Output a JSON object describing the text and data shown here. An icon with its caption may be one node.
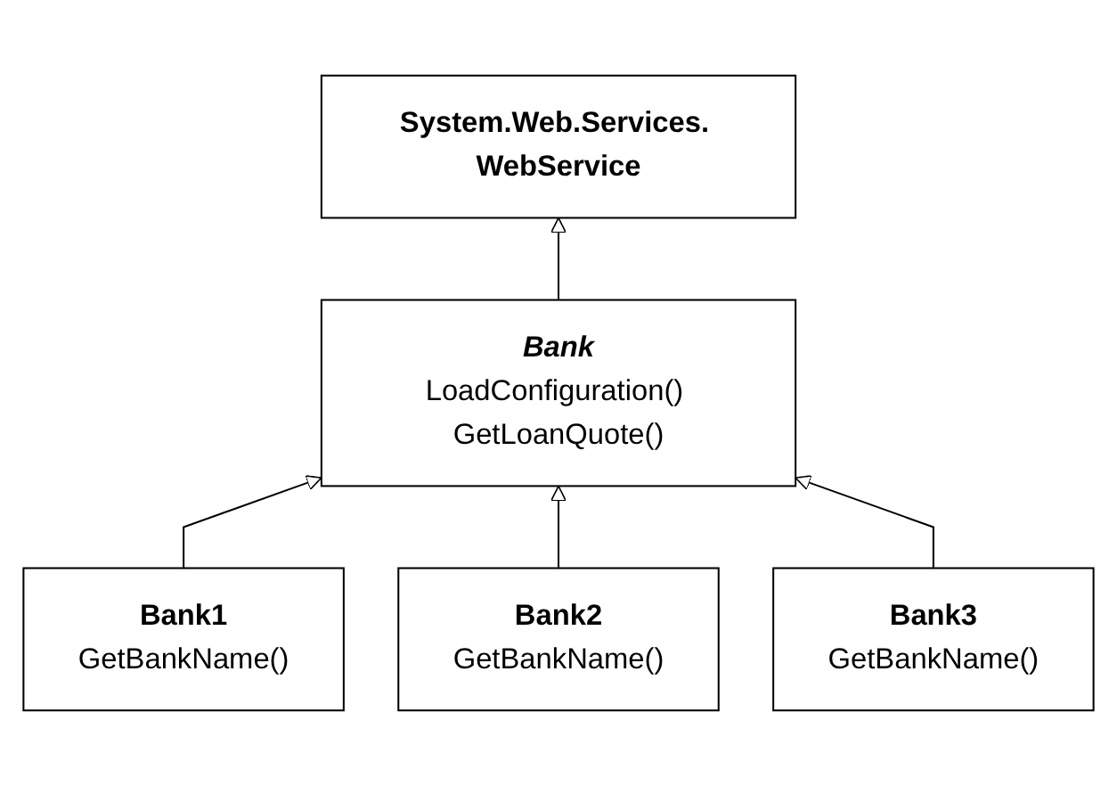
{
  "diagram": {
    "nodes": [
      {
        "text": [
          "System.Web.Services. WebService"
        ]
      },
      {
        "text": [
          "Bank",
          "LoadConfiguration() GetLoanQuote()"
        ]
      },
      {
        "text": [
          "Bank1",
          "GetBankName()"
        ]
      },
      {
        "text": [
          "Bank2",
          "GetBankName()"
        ]
      },
      {
        "text": [
          "Bank3",
          "GetBankName()"
        ]
      }
    ],
    "edges": [
      {
        "from": 1,
        "to": 0,
        "arrow": "to"
      },
      {
        "from": 2,
        "to": 1,
        "arrow": "to"
      },
      {
        "from": 3,
        "to": 1,
        "arrow": "to"
      },
      {
        "from": 4,
        "to": 1,
        "arrow": "to"
      }
    ]
  }
}
